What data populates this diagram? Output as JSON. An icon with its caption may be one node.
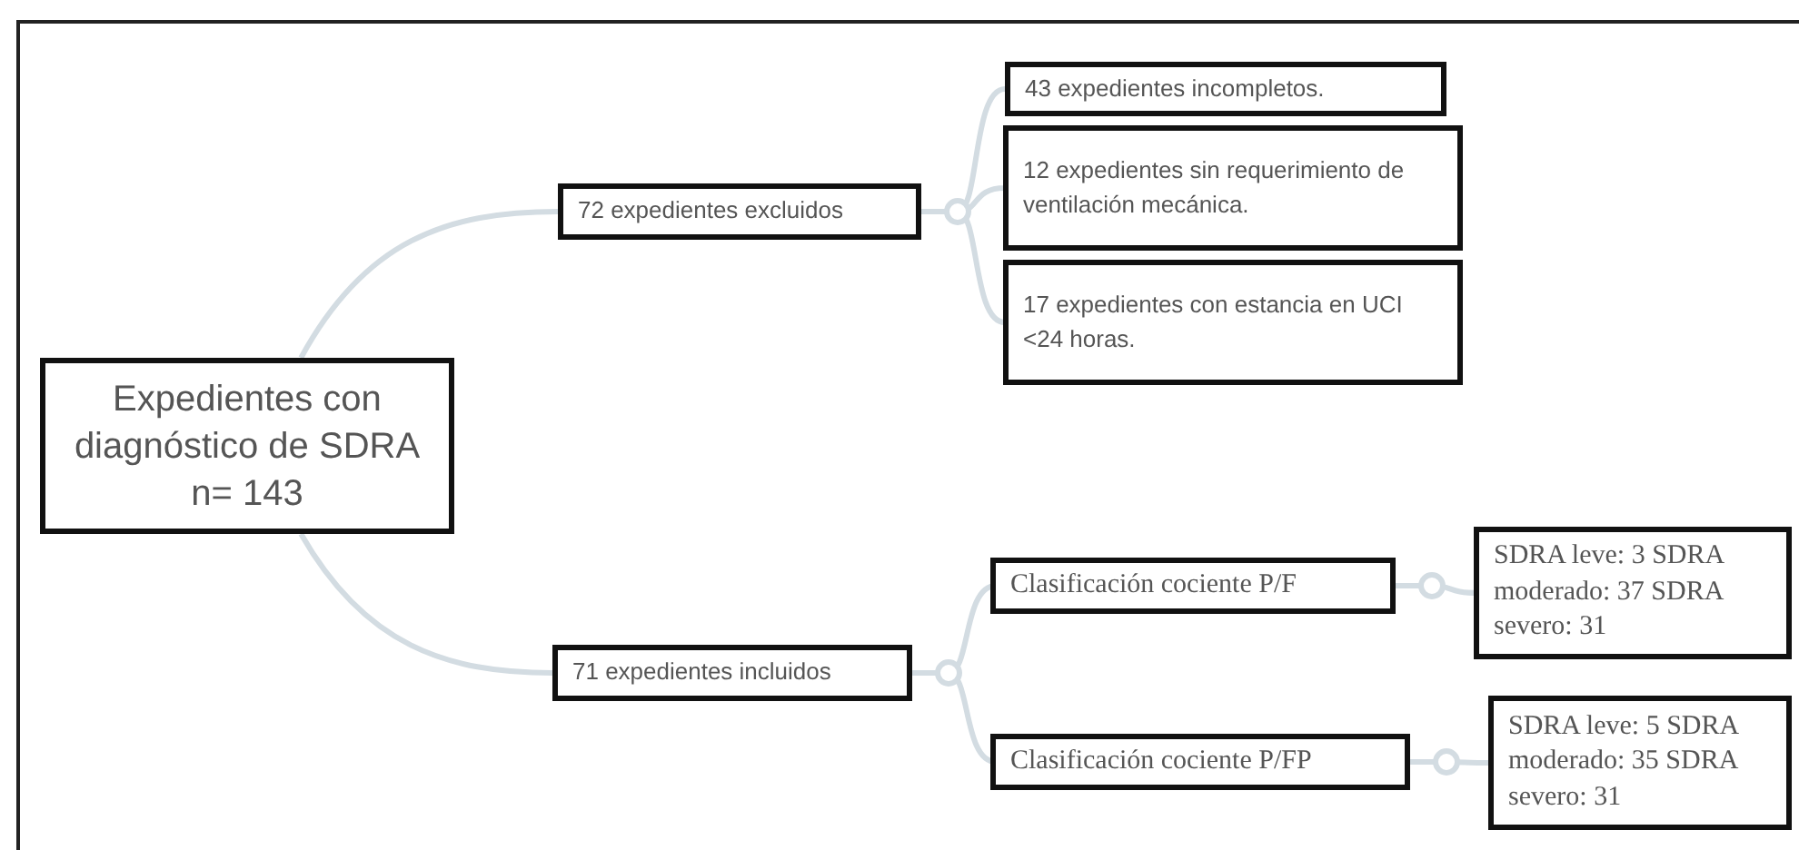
{
  "diagram": {
    "nodes": [
      {
        "text": [
          "Expedientes con diagnóstico de SDRA n= 143"
        ]
      },
      {
        "text": [
          "72 expedientes excluidos"
        ]
      },
      {
        "text": [
          "43 expedientes incompletos."
        ]
      },
      {
        "text": [
          "12 expedientes sin requerimiento de ventilación mecánica."
        ]
      },
      {
        "text": [
          "17 expedientes con estancia en UCI <24 horas."
        ]
      },
      {
        "text": [
          "71 expedientes incluidos"
        ]
      },
      {
        "text": [
          "Clasificación cociente P/F"
        ]
      },
      {
        "text": [
          "SDRA leve: 3 SDRA moderado: 37 SDRA severo: 31"
        ]
      },
      {
        "text": [
          "Clasificación cociente P/FP"
        ]
      },
      {
        "text": [
          "SDRA leve: 5 SDRA moderado: 35 SDRA severo: 31"
        ]
      }
    ],
    "edges": [
      {
        "from": 0,
        "to": 1,
        "arrow": "none"
      },
      {
        "from": 0,
        "to": 5,
        "arrow": "none"
      },
      {
        "from": 1,
        "to": 2,
        "arrow": "none"
      },
      {
        "from": 1,
        "to": 3,
        "arrow": "none"
      },
      {
        "from": 1,
        "to": 4,
        "arrow": "none"
      },
      {
        "from": 5,
        "to": 6,
        "arrow": "none"
      },
      {
        "from": 5,
        "to": 8,
        "arrow": "none"
      },
      {
        "from": 6,
        "to": 7,
        "arrow": "none"
      },
      {
        "from": 8,
        "to": 9,
        "arrow": "none"
      }
    ]
  }
}
